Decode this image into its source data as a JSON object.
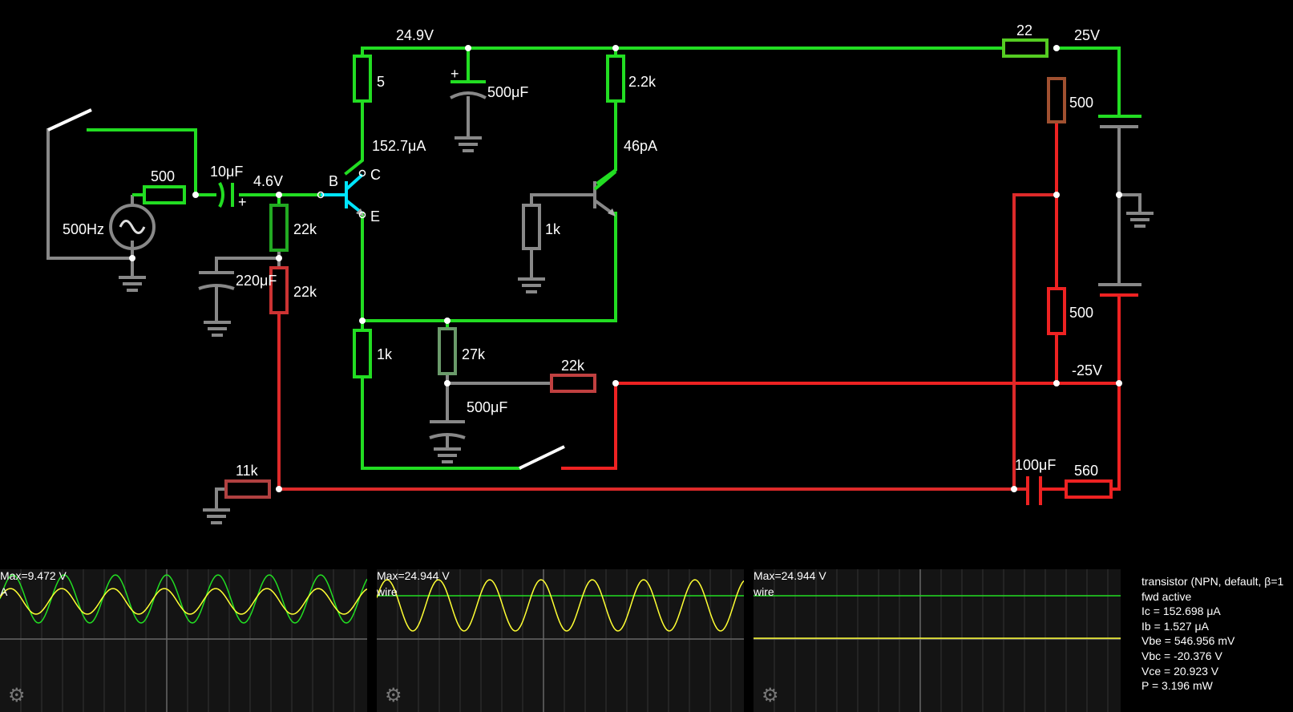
{
  "circuit": {
    "voltages": {
      "top_rail": "24.9V",
      "supply_pos": "25V",
      "supply_neg": "-25V",
      "base_node": "4.6V"
    },
    "currents": {
      "q1": "152.7μA",
      "q2": "46pA"
    },
    "source": {
      "label": "500Hz",
      "series_resistor": "500"
    },
    "components": {
      "c_in": "10μF",
      "r_bias_top": "22k",
      "r_bias_bot": "22k",
      "c_bias": "220μF",
      "r_q1_collector": "5",
      "c_top": "500μF",
      "r_q2_collector": "2.2k",
      "r_q2_base": "1k",
      "r_emitter": "1k",
      "r_27k": "27k",
      "c_mid": "500μF",
      "r_22k_right": "22k",
      "r_11k": "11k",
      "r_supply": "22",
      "r_div_top": "500",
      "r_div_bot": "500",
      "c_out": "100μF",
      "r_560": "560"
    },
    "transistor_pins": {
      "base": "B",
      "collector": "C",
      "emitter": "E"
    },
    "signs": {
      "plus1": "+",
      "plus2": "+"
    }
  },
  "scopes": [
    {
      "max": "Max=9.472 V",
      "name": "A"
    },
    {
      "max": "Max=24.944 V",
      "name": "wire"
    },
    {
      "max": "Max=24.944 V",
      "name": "wire"
    }
  ],
  "info": {
    "lines": [
      "transistor (NPN, default, β=1",
      "fwd active",
      "Ic = 152.698 μA",
      "Ib = 1.527 μA",
      "Vbe = 546.956 mV",
      "Vbc = -20.376 V",
      "Vce = 20.923 V",
      "P = 3.196 mW"
    ]
  },
  "icons": {
    "settings": "gear-icon"
  },
  "colors": {
    "green": "#22dd22",
    "red": "#ee2222",
    "gray": "#888888",
    "dark_red": "#cc3333",
    "cyan": "#00e5ff",
    "yellow": "#ffff33",
    "background": "#000000"
  }
}
